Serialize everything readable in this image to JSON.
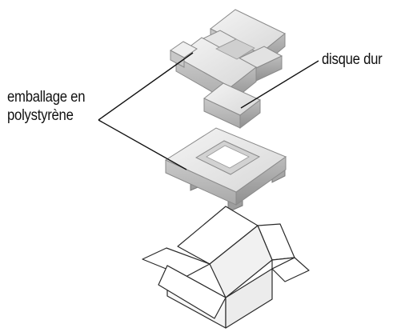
{
  "callouts": {
    "foam_line1": "emballage en",
    "foam_line2": "polystyrène",
    "hard_drive": "disque dur"
  }
}
